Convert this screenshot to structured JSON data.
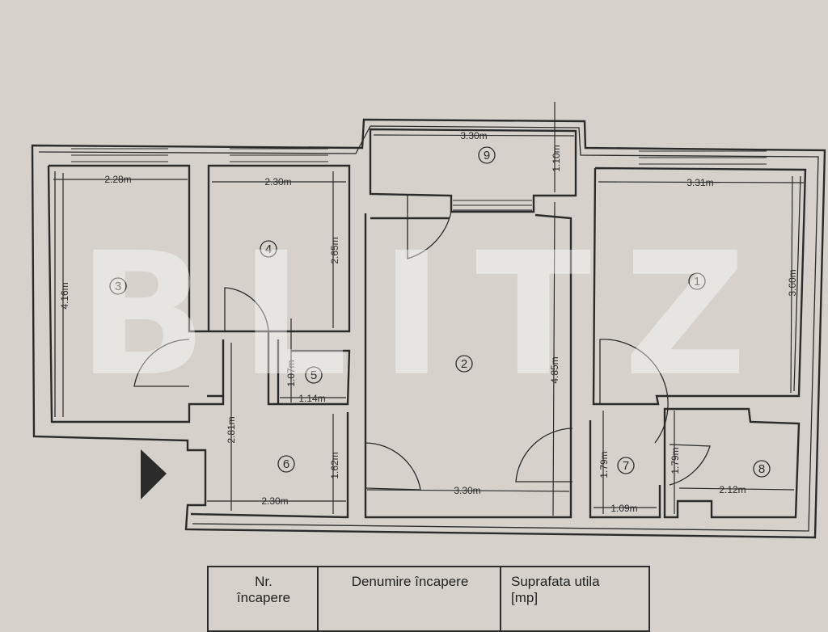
{
  "watermark": "BLITZ",
  "rooms": [
    {
      "number": "1"
    },
    {
      "number": "2"
    },
    {
      "number": "3"
    },
    {
      "number": "4"
    },
    {
      "number": "5"
    },
    {
      "number": "6"
    },
    {
      "number": "7"
    },
    {
      "number": "8"
    },
    {
      "number": "9"
    }
  ],
  "dimensions": {
    "r9_width": "3.30m",
    "r9_depth": "1.10m",
    "r3_width": "2.28m",
    "r3_depth": "4.16m",
    "r4_width": "2.30m",
    "r4_depth": "2.65m",
    "r1_width": "3.31m",
    "r1_depth": "3.60m",
    "r2_depth": "4.85m",
    "r2_width": "3.30m",
    "r5_depth": "1.07m",
    "r5_width": "1.14m",
    "r6_depth": "2.81m",
    "r6_door": "1.62m",
    "r6_width": "2.30m",
    "r7_depth": "1.79m",
    "r7_width": "1.09m",
    "r8_depth": "1.79m",
    "r8_width": "2.12m"
  },
  "table": {
    "col1_line1": "Nr.",
    "col1_line2": "încapere",
    "col2": "Denumire încapere",
    "col3_line1": "Suprafata utila",
    "col3_line2": "[mp]"
  }
}
